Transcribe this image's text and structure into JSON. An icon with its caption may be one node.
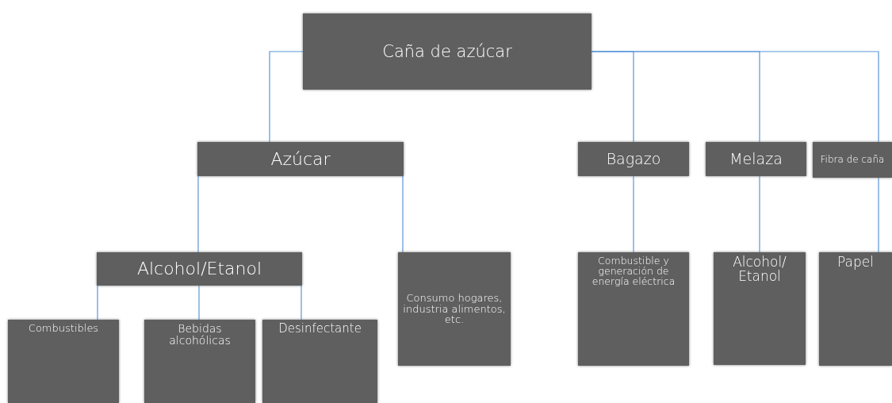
{
  "diagram": {
    "nodes": [
      {
        "text": [
          "Caña de azúcar"
        ]
      },
      {
        "text": [
          "Azúcar"
        ]
      },
      {
        "text": [
          "Bagazo"
        ]
      },
      {
        "text": [
          "Melaza"
        ]
      },
      {
        "text": [
          "Fibra de caña"
        ]
      },
      {
        "text": [
          "Alcohol/Etanol"
        ]
      },
      {
        "text": [
          "Consumo hogares, industria alimentos, etc."
        ]
      },
      {
        "text": [
          "Combustible y generación de energía eléctrica"
        ]
      },
      {
        "text": [
          "Alcohol/ Etanol"
        ]
      },
      {
        "text": [
          "Papel"
        ]
      },
      {
        "text": [
          "Combustibles"
        ]
      },
      {
        "text": [
          "Bebidas alcohólicas"
        ]
      },
      {
        "text": [
          "Desinfectante"
        ]
      }
    ],
    "edges": [
      {
        "from": 0,
        "to": 1,
        "arrow": "none"
      },
      {
        "from": 0,
        "to": 2,
        "arrow": "none"
      },
      {
        "from": 0,
        "to": 3,
        "arrow": "none"
      },
      {
        "from": 0,
        "to": 4,
        "arrow": "none"
      },
      {
        "from": 1,
        "to": 5,
        "arrow": "none"
      },
      {
        "from": 1,
        "to": 6,
        "arrow": "none"
      },
      {
        "from": 2,
        "to": 7,
        "arrow": "none"
      },
      {
        "from": 3,
        "to": 8,
        "arrow": "none"
      },
      {
        "from": 4,
        "to": 9,
        "arrow": "none"
      },
      {
        "from": 5,
        "to": 10,
        "arrow": "none"
      },
      {
        "from": 5,
        "to": 11,
        "arrow": "none"
      },
      {
        "from": 5,
        "to": 12,
        "arrow": "none"
      }
    ]
  }
}
